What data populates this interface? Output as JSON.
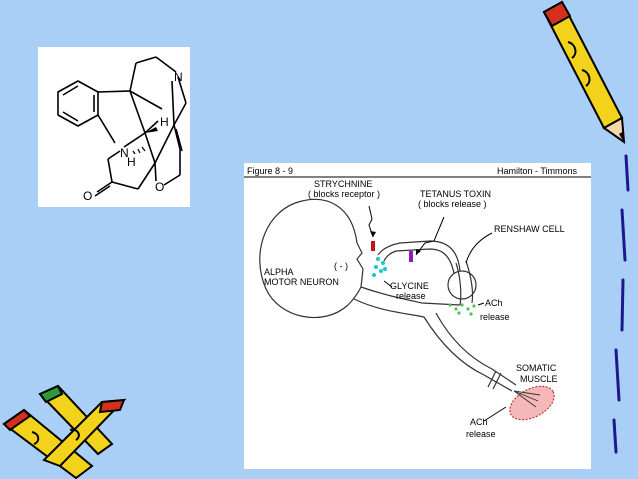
{
  "molecule": {
    "atom_labels": {
      "n_bridge": "N",
      "n_ring": "N",
      "oxygen_carbonyl": "O",
      "oxygen_ether": "O",
      "h_top": "H",
      "h_bottom": "H"
    }
  },
  "figure": {
    "header_left": "Figure 8 - 9",
    "header_right": "Hamilton - Timmons",
    "labels": {
      "strychnine": "STRYCHNINE",
      "strychnine_note": "( blocks receptor )",
      "tetanus": "TETANUS TOXIN",
      "tetanus_note": "( blocks release )",
      "renshaw": "RENSHAW CELL",
      "inhibit_sign": "( - )",
      "alpha": "ALPHA",
      "motor_neuron": "MOTOR NEURON",
      "glycine": "GLYCINE",
      "glycine_release": "release",
      "ach_top": "ACh",
      "ach_top_release": "release",
      "somatic": "SOMATIC",
      "muscle": "MUSCLE",
      "ach_bottom": "ACh",
      "ach_bottom_release": "release"
    }
  },
  "colors": {
    "background": "#a9cff7",
    "strychnine_mark": "#c0141e",
    "tetanus_mark": "#8a1fb0",
    "glycine_dots": "#19c6cf",
    "ach_dots": "#4fc05a",
    "muscle_fill": "#f4b8b8",
    "pencil_body": "#f2d21a",
    "pencil_tip": "#d3311d"
  },
  "icons": [
    "pencil-icon",
    "crossed-pencils-icon"
  ]
}
